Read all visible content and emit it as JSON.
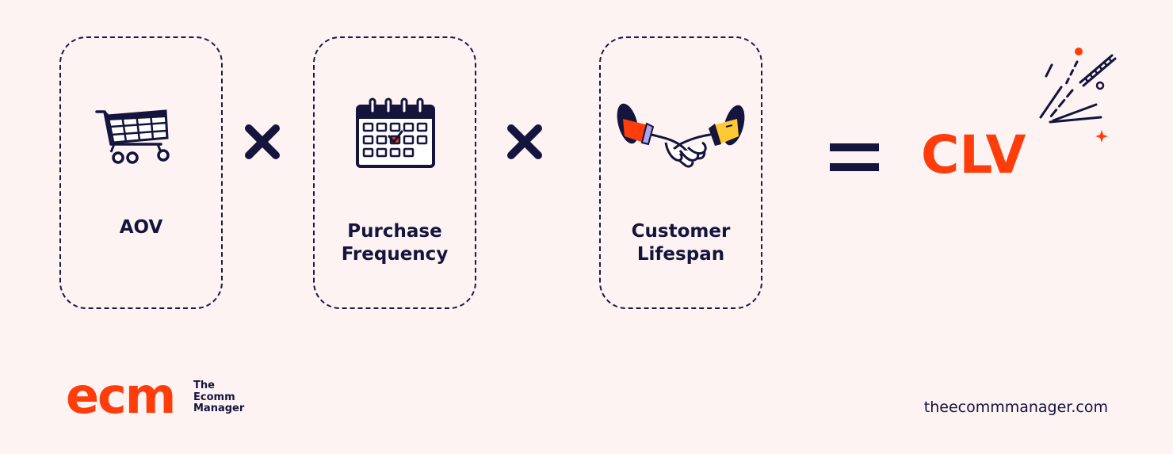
{
  "formula": {
    "cards": [
      {
        "label": "AOV",
        "icon": "shopping-cart-icon"
      },
      {
        "label": "Purchase\nFrequency",
        "icon": "calendar-icon"
      },
      {
        "label": "Customer\nLifespan",
        "icon": "handshake-icon"
      }
    ],
    "result": "CLV",
    "operators": [
      "times-icon",
      "times-icon",
      "equals-icon"
    ]
  },
  "footer": {
    "logo_text": "ecm",
    "brand_name": "The\nEcomm\nManager",
    "website": "theecommmanager.com"
  },
  "colors": {
    "accent": "#ff3d0a",
    "ink": "#14143c",
    "background": "#fdf3f3",
    "yellow": "#ffc933",
    "lavender": "#a9a6ec"
  }
}
